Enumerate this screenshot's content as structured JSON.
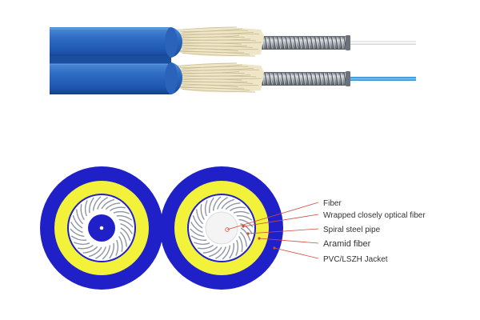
{
  "colors": {
    "jacket": "#2020c8",
    "jacket_side_top": "#3f7fd0",
    "jacket_side_dark": "#15489a",
    "aramid": "#f2f23a",
    "aramid_fiber_side": "#eee4c4",
    "steel": "#8e96a3",
    "fiber_white": "#ffffff",
    "fiber_blue": "#4aa6e6",
    "leader_line": "#d04a3c",
    "label_text": "#333333"
  },
  "callouts": {
    "fiber": "Fiber",
    "wrapped": "Wrapped closely optical fiber",
    "spiral": "Spiral steel pipe",
    "aramid": "Aramid fiber",
    "jacket": "PVC/LSZH Jacket"
  }
}
